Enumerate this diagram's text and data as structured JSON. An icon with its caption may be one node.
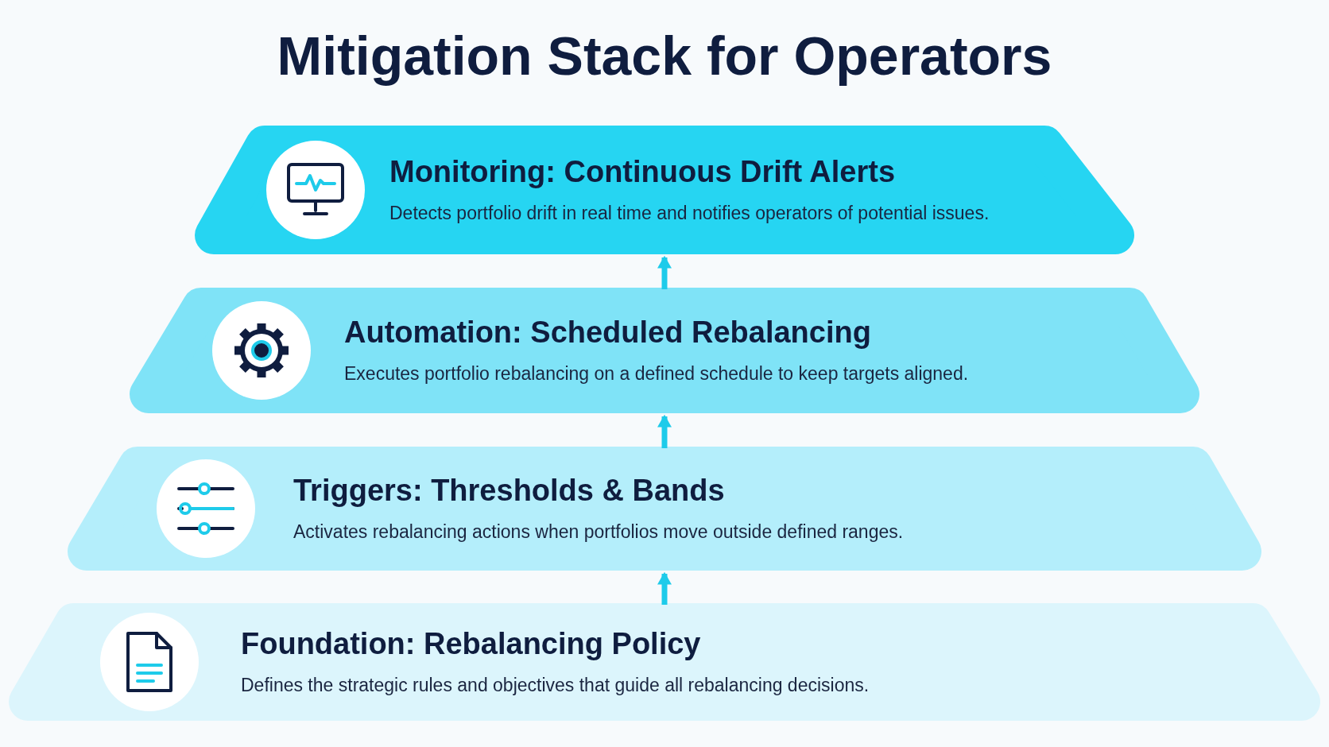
{
  "diagram": {
    "title": "Mitigation Stack for Operators",
    "nodes": [
      {
        "text": [
          "Monitoring: Continuous Drift Alerts",
          "Detects portfolio drift in real time and notifies operators of potential issues."
        ]
      },
      {
        "text": [
          "Automation: Scheduled Rebalancing",
          "Executes portfolio rebalancing on a defined schedule to keep targets aligned."
        ]
      },
      {
        "text": [
          "Triggers: Thresholds & Bands",
          "Activates rebalancing actions when portfolios move outside defined ranges."
        ]
      },
      {
        "text": [
          "Foundation: Rebalancing Policy",
          "Defines the strategic rules and objectives that guide all rebalancing decisions."
        ]
      }
    ],
    "edges": [
      {
        "from": 3,
        "to": 2,
        "arrow": "to"
      },
      {
        "from": 2,
        "to": 1,
        "arrow": "to"
      },
      {
        "from": 1,
        "to": 0,
        "arrow": "to"
      }
    ]
  }
}
